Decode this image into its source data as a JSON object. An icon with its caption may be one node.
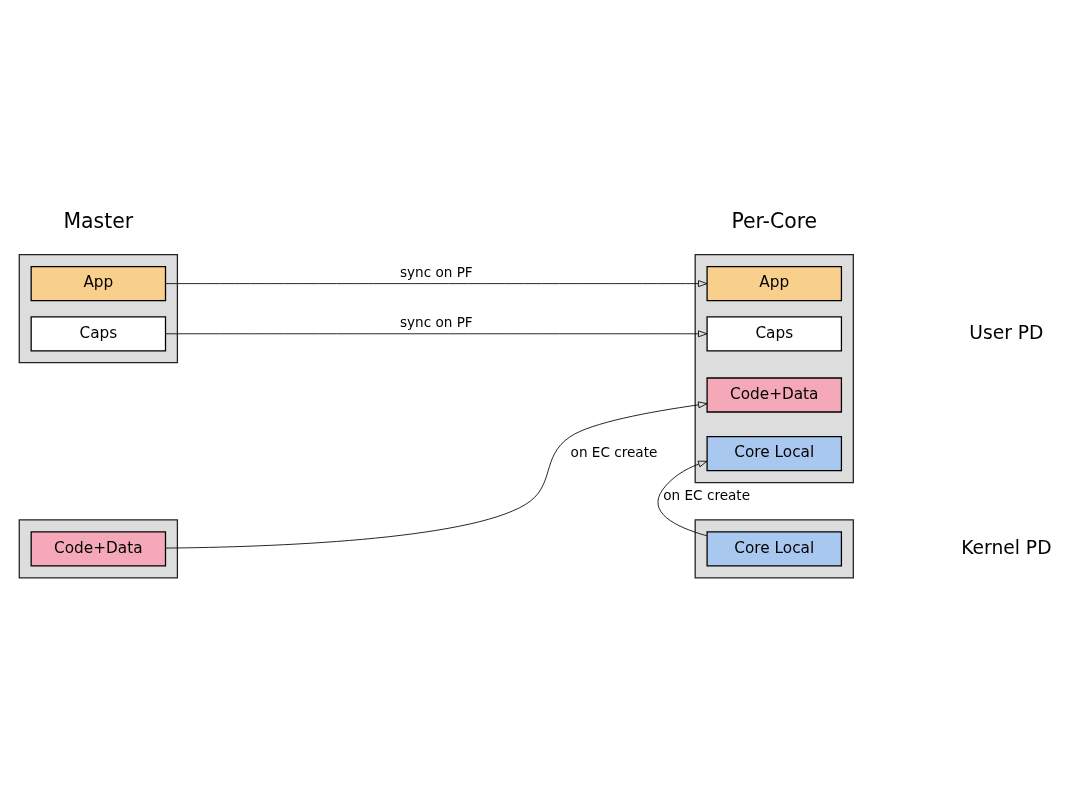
{
  "diagram": {
    "nodes": [
      {
        "text": [],
        "shape": "box"
      },
      {
        "text": [
          "App"
        ],
        "in": 0
      },
      {
        "text": [
          "Caps"
        ],
        "in": 0
      },
      {
        "text": [],
        "shape": "box"
      },
      {
        "text": [
          "App"
        ],
        "in": 3
      },
      {
        "text": [
          "Caps"
        ],
        "in": 3
      },
      {
        "text": [
          "Code+Data"
        ],
        "in": 3
      },
      {
        "text": [
          "Core Local"
        ],
        "in": 3
      },
      {
        "text": [],
        "shape": "box"
      },
      {
        "text": [
          "Code+Data"
        ],
        "in": 8
      },
      {
        "text": [],
        "shape": "box"
      },
      {
        "text": [
          "Core Local"
        ],
        "in": 10
      }
    ],
    "edges": [
      {
        "from": 1,
        "to": 4,
        "arrow": "to",
        "label": "sync on PF"
      },
      {
        "from": 2,
        "to": 5,
        "arrow": "to",
        "label": "sync on PF"
      },
      {
        "from": 9,
        "to": 6,
        "arrow": "to",
        "label": "on EC create"
      },
      {
        "from": 11,
        "to": 7,
        "arrow": "to",
        "label": "on EC create"
      }
    ],
    "labels": [
      "Master",
      "Per-Core",
      "User PD",
      "Kernel PD"
    ]
  }
}
